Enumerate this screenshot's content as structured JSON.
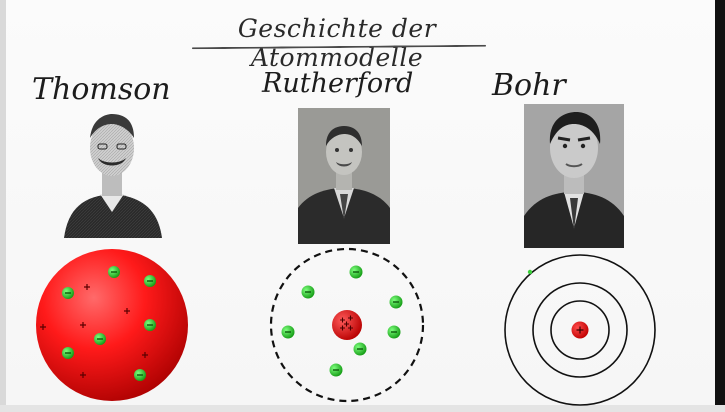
{
  "title": "Geschichte der Atommodelle",
  "scientists": [
    {
      "name": "Thomson"
    },
    {
      "name": "Rutherford"
    },
    {
      "name": "Bohr"
    }
  ],
  "colors": {
    "nucleus_red": "#e80000",
    "sphere_red": "#ff1a1a",
    "electron_green": "#22cc22",
    "ink": "#1a1a1a"
  },
  "symbols": {
    "electron": "-",
    "proton": "+"
  }
}
